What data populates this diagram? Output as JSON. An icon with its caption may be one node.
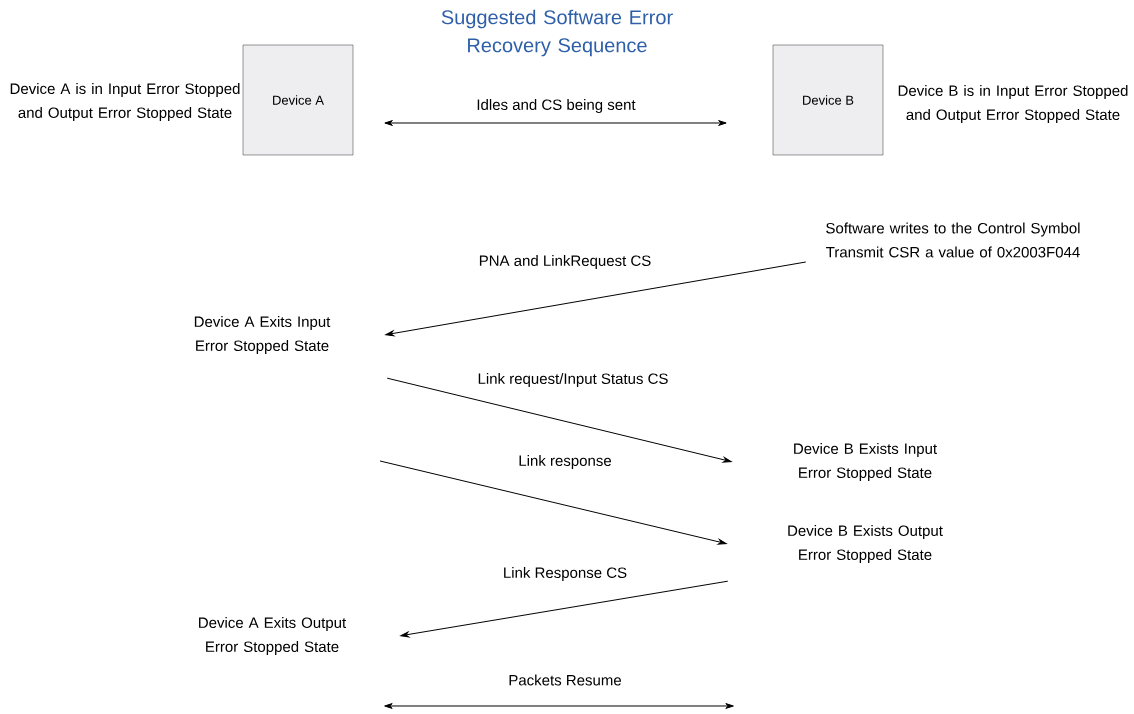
{
  "diagram": {
    "title": "Suggested Software Error Recovery Sequence",
    "nodes": [
      {
        "text": [
          "Device A"
        ],
        "beside": [
          "Device A is in Input Error Stopped and Output Error Stopped State"
        ]
      },
      {
        "text": [
          "Device B"
        ],
        "beside": [
          "Device B is in Input Error Stopped and Output Error Stopped State"
        ]
      },
      {
        "text": [
          "Software writes to the Control Symbol Transmit CSR a value of 0x2003F044"
        ]
      },
      {
        "text": [
          "Device A Exits Input Error Stopped State"
        ]
      },
      {
        "text": [
          "Device B Exists Input Error Stopped State"
        ]
      },
      {
        "text": [
          "Device B Exists Output Error Stopped State"
        ]
      },
      {
        "text": [
          "Device A Exits Output Error Stopped State"
        ]
      }
    ],
    "edges": [
      {
        "from": 0,
        "to": 1,
        "arrow": "both",
        "label": "Idles and CS being sent"
      },
      {
        "from": 2,
        "to": 3,
        "arrow": "to",
        "label": "PNA and LinkRequest CS"
      },
      {
        "from": 3,
        "to": 4,
        "arrow": "to",
        "label": "Link request/Input Status CS"
      },
      {
        "from": null,
        "to": 5,
        "arrow": "to",
        "label": "Link response"
      },
      {
        "from": 5,
        "to": 6,
        "arrow": "to",
        "label": "Link Response CS"
      }
    ],
    "labels": [
      "Packets Resume"
    ]
  }
}
